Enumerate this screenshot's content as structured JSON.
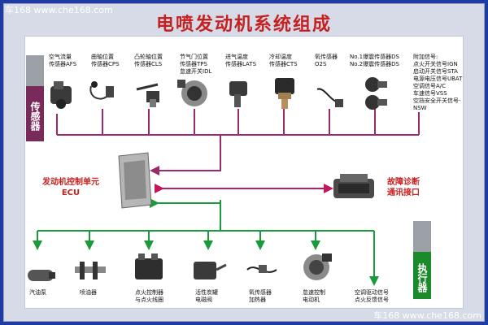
{
  "watermark_top": "车168 www.che168.com",
  "watermark_bottom": "车168 www.che168.com",
  "title": "电喷发动机系统组成",
  "sensor_bar": {
    "label": "传感器"
  },
  "actuator_bar": {
    "label": "执行器"
  },
  "sensors": [
    {
      "label": "空气流量\n传感器AFS",
      "icon": "air-flow-sensor"
    },
    {
      "label": "曲轴位置\n传感器CPS",
      "icon": "crankshaft-sensor"
    },
    {
      "label": "凸轮轴位置\n传感器CLS",
      "icon": "camshaft-sensor"
    },
    {
      "label": "节气门位置\n传感器TPS\n怠速开关IDL",
      "icon": "throttle-sensor"
    },
    {
      "label": "进气温度\n传感器LATS",
      "icon": "intake-temp-sensor"
    },
    {
      "label": "冷却温度\n传感器CTS",
      "icon": "coolant-temp-sensor"
    },
    {
      "label": "氧传感器\nO2S",
      "icon": "oxygen-sensor"
    },
    {
      "label": "No.1爆震传感器DS\nNo.2爆震传感器DS",
      "icon": "knock-sensor"
    }
  ],
  "additional_signals": "附加信号:\n点火开关信号IGN\n启动开关信号STA\n电源电压信号UBAT\n空调信号A/C\n车速信号VSS\n空挡安全开关信号-\nNSW",
  "ecu_label": "发动机控制单元\nECU",
  "diag_label": "故障诊断\n通讯接口",
  "actuators": [
    {
      "label": "汽油泵",
      "icon": "fuel-pump"
    },
    {
      "label": "喷油器",
      "icon": "injector"
    },
    {
      "label": "点火控制器\n与点火线圈",
      "icon": "ignition-coil"
    },
    {
      "label": "活性炭罐\n电磁阀",
      "icon": "canister-valve"
    },
    {
      "label": "氧传感器\n加热器",
      "icon": "o2-heater"
    },
    {
      "label": "怠速控制\n电动机",
      "icon": "idle-motor"
    },
    {
      "label": "空调驱动信号\n点火反馈信号",
      "icon": "ac-signal"
    }
  ],
  "colors": {
    "sensor_line": "#9a2a6a",
    "ecu_diag_line": "#c0185a",
    "actuator_line": "#1a9a3a",
    "title": "#c62020",
    "sensor_bar": "#7a2a5a",
    "actuator_bar": "#1a8a2a"
  }
}
